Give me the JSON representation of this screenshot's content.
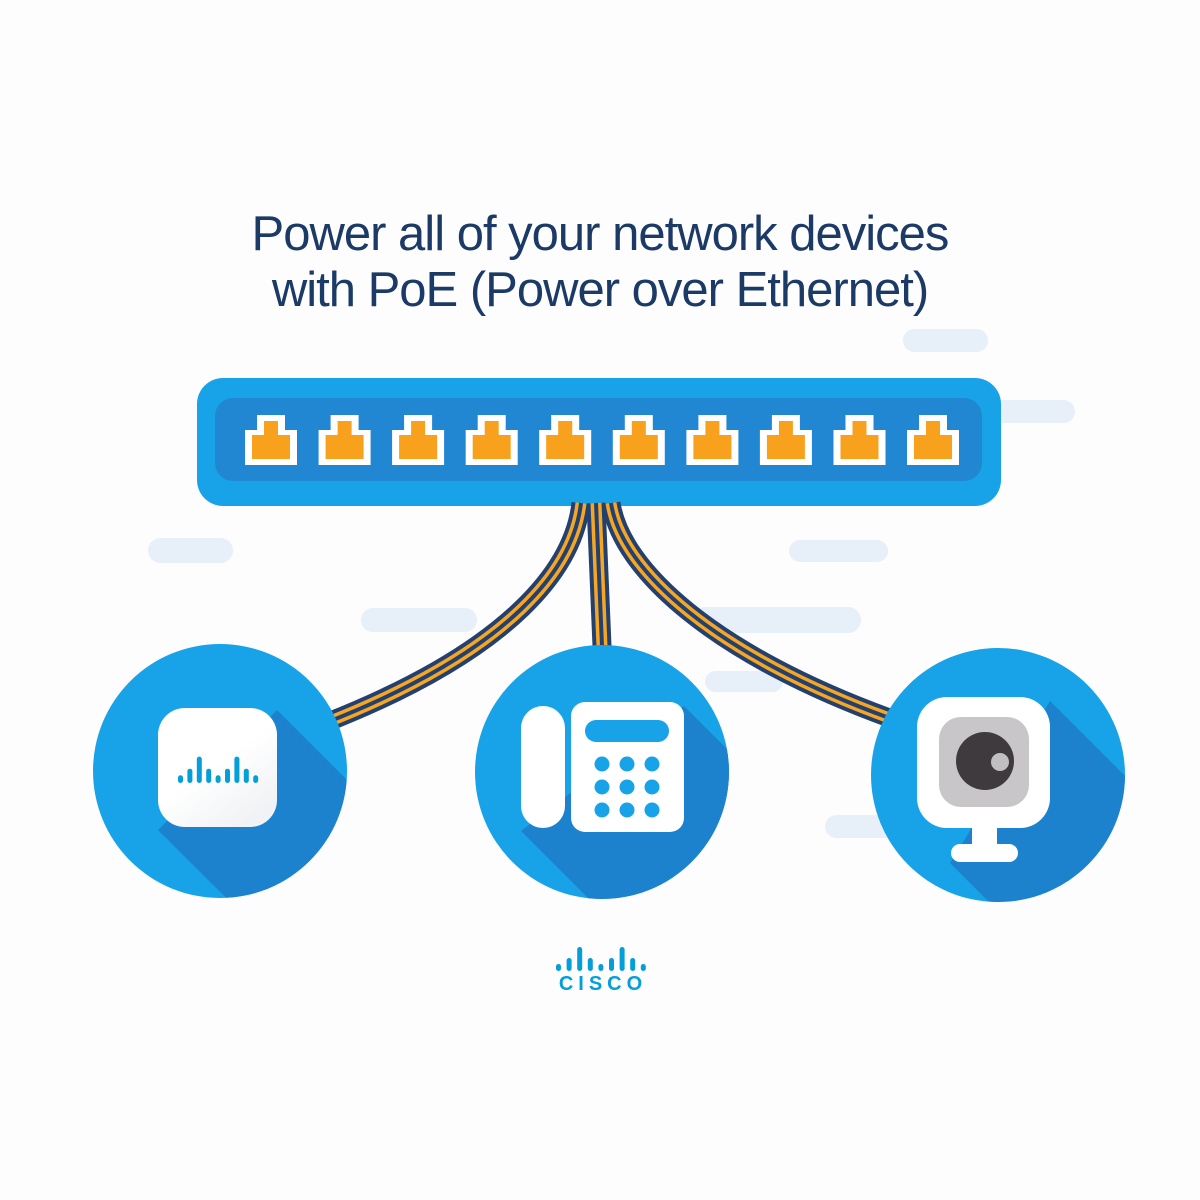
{
  "title": {
    "line1": "Power all of your network devices",
    "line2": "with PoE (Power over Ethernet)"
  },
  "switch": {
    "port_count": 10,
    "description": "PoE network switch with RJ45 ports"
  },
  "devices": [
    {
      "icon": "access-point-icon",
      "label": "wireless access point"
    },
    {
      "icon": "ip-phone-icon",
      "label": "IP desk phone"
    },
    {
      "icon": "security-camera-icon",
      "label": "security camera"
    }
  ],
  "logo": {
    "wordmark": "CISCO",
    "bar_heights": [
      7,
      13,
      24,
      13,
      7,
      13,
      24,
      13,
      7
    ]
  },
  "colors": {
    "background": "#FDFDFE",
    "title": "#1B3A66",
    "bright": "#18A3E8",
    "panel": "#2187D2",
    "shadow": "#1D82CD",
    "orange": "#F7A11D",
    "cable-navy": "#24406F",
    "cable-orange": "#F5A623",
    "pill": "#E7EFF8",
    "cisco-blue": "#049FD9",
    "cam-grey": "#C9C6C9",
    "cam-lens": "#3E3A3E",
    "cam-glint": "#C2BFC2"
  }
}
